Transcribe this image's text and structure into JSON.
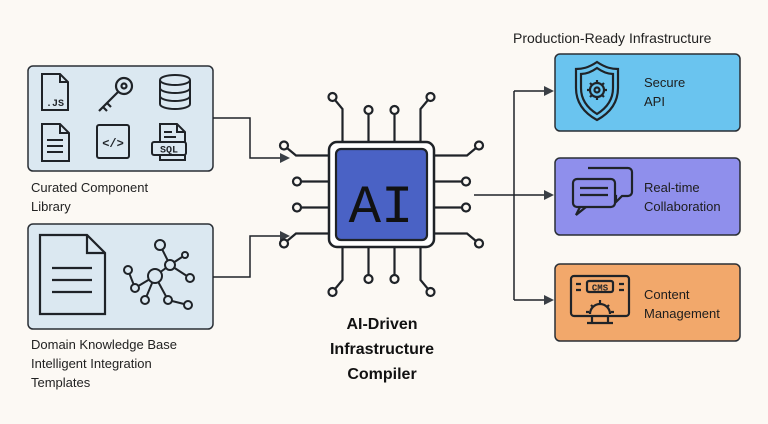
{
  "header": "Production-Ready Infrastructure",
  "inputs": {
    "library": {
      "label_line1": "Curated Component",
      "label_line2": "Library",
      "icons": [
        "js-file-icon",
        "key-icon",
        "database-icon",
        "document-icon",
        "code-file-icon",
        "sql-file-icon"
      ],
      "js_text": ".JS",
      "code_text": "</>",
      "sql_text": "SQL"
    },
    "knowledge": {
      "label_line1": "Domain Knowledge Base",
      "label_line2": "Intelligent Integration",
      "label_line3": "Templates",
      "icons": [
        "document-icon",
        "network-graph-icon"
      ]
    }
  },
  "chip": {
    "text": "AI",
    "title_line1": "AI-Driven",
    "title_line2": "Infrastructure",
    "title_line3": "Compiler",
    "icon": "cpu-chip-icon"
  },
  "outputs": [
    {
      "line1": "Secure",
      "line2": "API",
      "icon": "shield-gear-icon",
      "color": "#6ac4ef"
    },
    {
      "line1": "Real-time",
      "line2": "Collaboration",
      "icon": "chat-bubbles-icon",
      "color": "#8f8fec"
    },
    {
      "line1": "Content",
      "line2": "Management",
      "icon": "cms-monitor-icon",
      "color": "#f2a86b",
      "cms_text": "CMS"
    }
  ],
  "colors": {
    "input_box": "#dbe8f1",
    "chip_core": "#4a62c5",
    "stroke": "#1f2328"
  }
}
